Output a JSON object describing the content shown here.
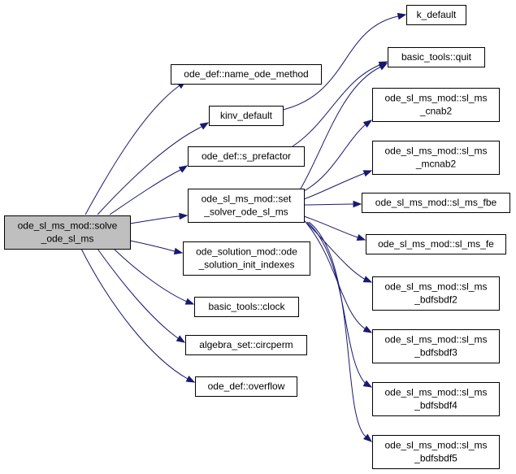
{
  "graph": {
    "nodes": [
      {
        "id": "root",
        "lines": [
          "ode_sl_ms_mod::solve",
          "_ode_sl_ms"
        ]
      },
      {
        "id": "name_ode_method",
        "lines": [
          "ode_def::name_ode_method"
        ]
      },
      {
        "id": "kinv_default",
        "lines": [
          "kinv_default"
        ]
      },
      {
        "id": "s_prefactor",
        "lines": [
          "ode_def::s_prefactor"
        ]
      },
      {
        "id": "set_solver",
        "lines": [
          "ode_sl_ms_mod::set",
          "_solver_ode_sl_ms"
        ]
      },
      {
        "id": "init_indexes",
        "lines": [
          "ode_solution_mod::ode",
          "_solution_init_indexes"
        ]
      },
      {
        "id": "clock",
        "lines": [
          "basic_tools::clock"
        ]
      },
      {
        "id": "circperm",
        "lines": [
          "algebra_set::circperm"
        ]
      },
      {
        "id": "overflow",
        "lines": [
          "ode_def::overflow"
        ]
      },
      {
        "id": "k_default",
        "lines": [
          "k_default"
        ]
      },
      {
        "id": "quit",
        "lines": [
          "basic_tools::quit"
        ]
      },
      {
        "id": "cnab2",
        "lines": [
          "ode_sl_ms_mod::sl_ms",
          "_cnab2"
        ]
      },
      {
        "id": "mcnab2",
        "lines": [
          "ode_sl_ms_mod::sl_ms",
          "_mcnab2"
        ]
      },
      {
        "id": "fbe",
        "lines": [
          "ode_sl_ms_mod::sl_ms_fbe"
        ]
      },
      {
        "id": "fe",
        "lines": [
          "ode_sl_ms_mod::sl_ms_fe"
        ]
      },
      {
        "id": "bdfsbdf2",
        "lines": [
          "ode_sl_ms_mod::sl_ms",
          "_bdfsbdf2"
        ]
      },
      {
        "id": "bdfsbdf3",
        "lines": [
          "ode_sl_ms_mod::sl_ms",
          "_bdfsbdf3"
        ]
      },
      {
        "id": "bdfsbdf4",
        "lines": [
          "ode_sl_ms_mod::sl_ms",
          "_bdfsbdf4"
        ]
      },
      {
        "id": "bdfsbdf5",
        "lines": [
          "ode_sl_ms_mod::sl_ms",
          "_bdfsbdf5"
        ]
      }
    ],
    "edges": [
      [
        "root",
        "name_ode_method"
      ],
      [
        "root",
        "kinv_default"
      ],
      [
        "root",
        "s_prefactor"
      ],
      [
        "root",
        "set_solver"
      ],
      [
        "root",
        "init_indexes"
      ],
      [
        "root",
        "clock"
      ],
      [
        "root",
        "circperm"
      ],
      [
        "root",
        "overflow"
      ],
      [
        "kinv_default",
        "k_default"
      ],
      [
        "s_prefactor",
        "quit"
      ],
      [
        "set_solver",
        "quit"
      ],
      [
        "set_solver",
        "cnab2"
      ],
      [
        "set_solver",
        "mcnab2"
      ],
      [
        "set_solver",
        "fbe"
      ],
      [
        "set_solver",
        "fe"
      ],
      [
        "set_solver",
        "bdfsbdf2"
      ],
      [
        "set_solver",
        "bdfsbdf3"
      ],
      [
        "set_solver",
        "bdfsbdf4"
      ],
      [
        "set_solver",
        "bdfsbdf5"
      ]
    ],
    "colors": {
      "edge": "#191970",
      "root_fill": "#bfbfbf",
      "node_fill": "#ffffff",
      "border": "#000000"
    }
  }
}
